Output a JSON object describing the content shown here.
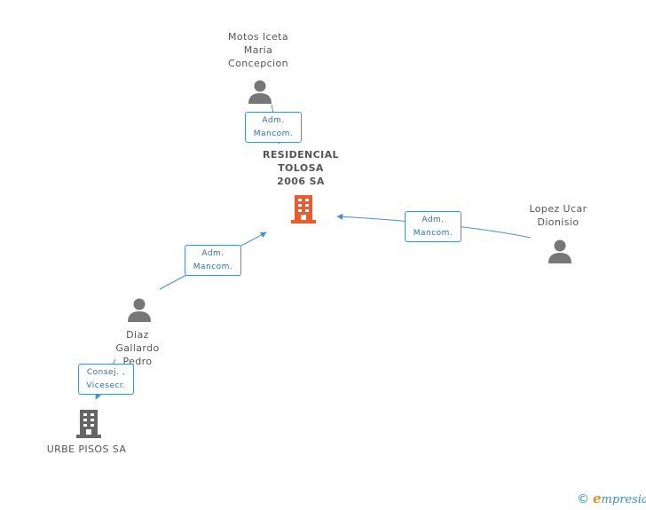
{
  "nodes": {
    "motos": {
      "lines": [
        "Motos Iceta",
        "Maria",
        "Concepcion"
      ]
    },
    "residencial": {
      "lines": [
        "RESIDENCIAL",
        "TOLOSA",
        "2006 SA"
      ]
    },
    "lopez": {
      "lines": [
        "Lopez Ucar",
        "Dionisio"
      ]
    },
    "diaz": {
      "lines": [
        "Diaz",
        "Gallardo",
        "Pedro"
      ]
    },
    "urbe": {
      "lines": [
        "URBE PISOS SA"
      ]
    }
  },
  "relations": {
    "motos_residencial": [
      "Adm.",
      "Mancom."
    ],
    "lopez_residencial": [
      "Adm.",
      "Mancom."
    ],
    "diaz_residencial": [
      "Adm.",
      "Mancom."
    ],
    "diaz_urbe": [
      "Consej. ,",
      "Vicesecr."
    ]
  },
  "brand": {
    "copyright": "©",
    "initial": "e",
    "rest": "mpresia"
  },
  "colors": {
    "edge": "#4a8fd6",
    "company_main": "#f05a28",
    "company": "#666666",
    "person": "#777777"
  }
}
